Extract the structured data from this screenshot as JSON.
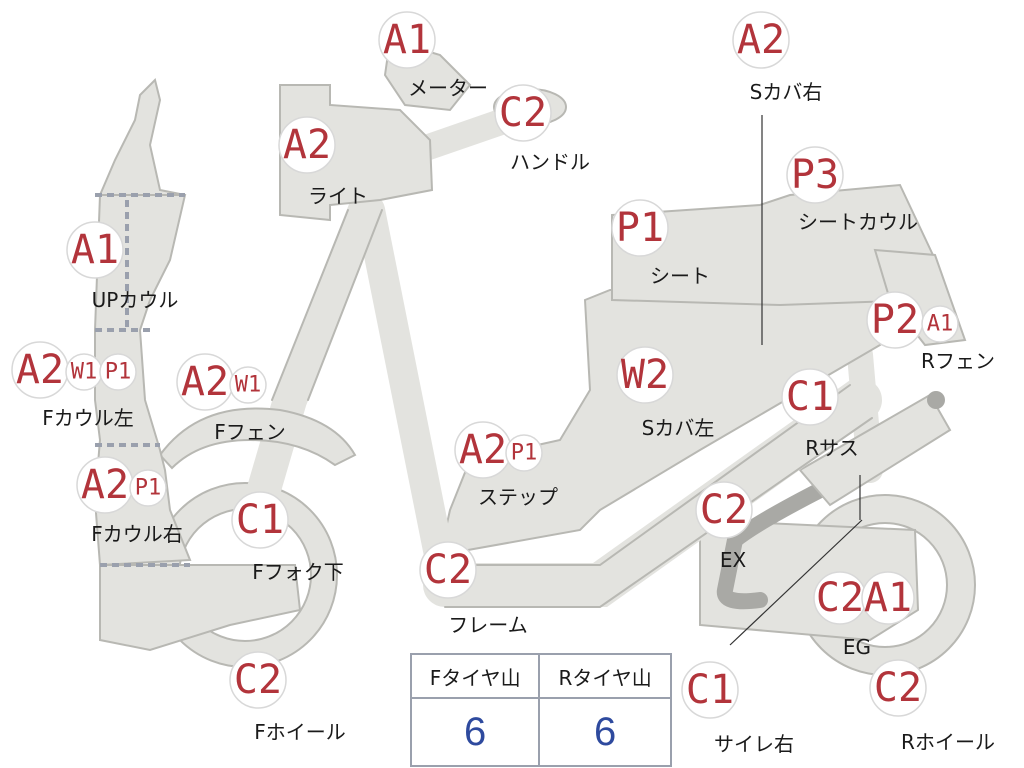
{
  "colors": {
    "badge_text": "#b2343b",
    "part_fill": "#e3e3df",
    "value_text": "#2e4a9e"
  },
  "parts": [
    {
      "id": "meter",
      "label": "メーター",
      "badges": [
        "A1"
      ]
    },
    {
      "id": "handle",
      "label": "ハンドル",
      "badges": [
        "C2"
      ]
    },
    {
      "id": "light",
      "label": "ライト",
      "badges": [
        "A2"
      ]
    },
    {
      "id": "s-cover-r",
      "label": "Sカバ右",
      "badges": [
        "A2"
      ]
    },
    {
      "id": "seat-cowl",
      "label": "シートカウル",
      "badges": [
        "P3"
      ]
    },
    {
      "id": "seat",
      "label": "シート",
      "badges": [
        "P1"
      ]
    },
    {
      "id": "up-cowl",
      "label": "UPカウル",
      "badges": [
        "A1"
      ]
    },
    {
      "id": "f-cowl-l",
      "label": "Fカウル左",
      "badges": [
        "A2",
        "W1",
        "P1"
      ]
    },
    {
      "id": "f-fender",
      "label": "Fフェン",
      "badges": [
        "A2",
        "W1"
      ]
    },
    {
      "id": "f-cowl-r",
      "label": "Fカウル右",
      "badges": [
        "A2",
        "P1"
      ]
    },
    {
      "id": "f-fork-lower",
      "label": "Fフォク下",
      "badges": [
        "C1"
      ]
    },
    {
      "id": "f-wheel",
      "label": "Fホイール",
      "badges": [
        "C2"
      ]
    },
    {
      "id": "step",
      "label": "ステップ",
      "badges": [
        "A2",
        "P1"
      ]
    },
    {
      "id": "s-cover-l",
      "label": "Sカバ左",
      "badges": [
        "W2"
      ]
    },
    {
      "id": "frame",
      "label": "フレーム",
      "badges": [
        "C2"
      ]
    },
    {
      "id": "r-fender",
      "label": "Rフェン",
      "badges": [
        "P2",
        "A1"
      ]
    },
    {
      "id": "r-sus",
      "label": "Rサス",
      "badges": [
        "C1"
      ]
    },
    {
      "id": "ex",
      "label": "EX",
      "badges": [
        "C2"
      ]
    },
    {
      "id": "eg",
      "label": "EG",
      "badges": [
        "C2",
        "A1"
      ]
    },
    {
      "id": "muffler-r",
      "label": "サイレ右",
      "badges": [
        "C1"
      ]
    },
    {
      "id": "r-wheel",
      "label": "Rホイール",
      "badges": [
        "C2"
      ]
    }
  ],
  "tire_table": {
    "headers": [
      "Fタイヤ山",
      "Rタイヤ山"
    ],
    "values": [
      "6",
      "6"
    ]
  }
}
